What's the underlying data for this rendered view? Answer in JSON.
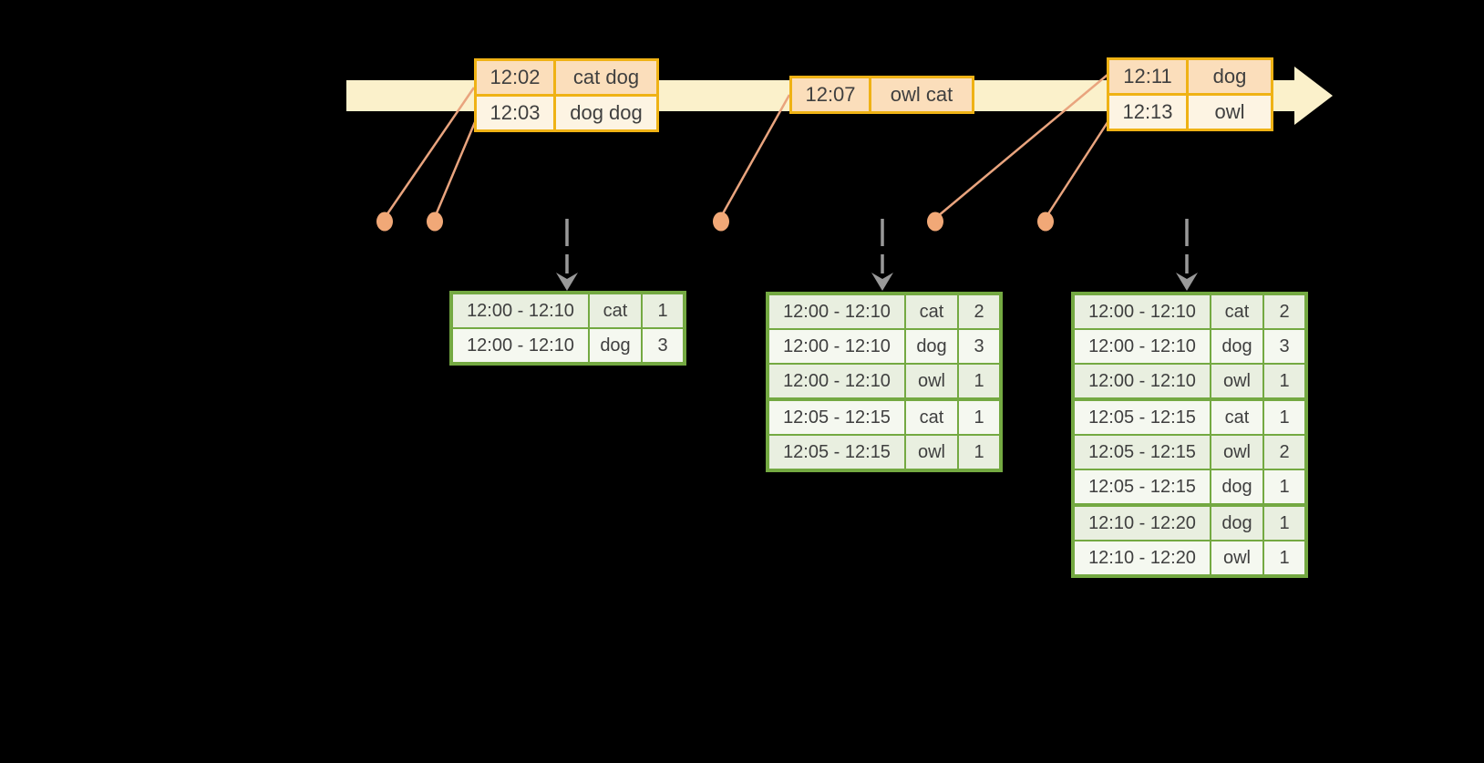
{
  "diagram": {
    "kind": "streaming windowed word-count timeline",
    "colors": {
      "background": "#000000",
      "timeline_band": "#FBF1CB",
      "event_border": "#EFB215",
      "event_row_dark": "#FBDEBB",
      "event_row_light": "#FDF4E3",
      "result_border": "#74A942",
      "result_row_dark": "#E9EFE0",
      "result_row_light": "#F5F8F0",
      "connector": "#E9A47E",
      "dot": "#F1A877",
      "dashed_arrow": "#999999",
      "text": "#3F3F3F"
    }
  },
  "timeline": {
    "event_tables": [
      {
        "rows": [
          {
            "time": "12:02",
            "words": "cat dog"
          },
          {
            "time": "12:03",
            "words": "dog dog"
          }
        ]
      },
      {
        "rows": [
          {
            "time": "12:07",
            "words": "owl cat"
          }
        ]
      },
      {
        "rows": [
          {
            "time": "12:11",
            "words": "dog"
          },
          {
            "time": "12:13",
            "words": "owl"
          }
        ]
      }
    ]
  },
  "result_tables": [
    {
      "rows": [
        {
          "window": "12:00 - 12:10",
          "word": "cat",
          "count": "1"
        },
        {
          "window": "12:00 - 12:10",
          "word": "dog",
          "count": "3"
        }
      ]
    },
    {
      "rows": [
        {
          "window": "12:00 - 12:10",
          "word": "cat",
          "count": "2"
        },
        {
          "window": "12:00 - 12:10",
          "word": "dog",
          "count": "3"
        },
        {
          "window": "12:00 - 12:10",
          "word": "owl",
          "count": "1"
        },
        {
          "window": "12:05 - 12:15",
          "word": "cat",
          "count": "1"
        },
        {
          "window": "12:05 - 12:15",
          "word": "owl",
          "count": "1"
        }
      ]
    },
    {
      "rows": [
        {
          "window": "12:00 - 12:10",
          "word": "cat",
          "count": "2"
        },
        {
          "window": "12:00 - 12:10",
          "word": "dog",
          "count": "3"
        },
        {
          "window": "12:00 - 12:10",
          "word": "owl",
          "count": "1"
        },
        {
          "window": "12:05 - 12:15",
          "word": "cat",
          "count": "1"
        },
        {
          "window": "12:05 - 12:15",
          "word": "owl",
          "count": "2"
        },
        {
          "window": "12:05 - 12:15",
          "word": "dog",
          "count": "1"
        },
        {
          "window": "12:10 - 12:20",
          "word": "dog",
          "count": "1"
        },
        {
          "window": "12:10 - 12:20",
          "word": "owl",
          "count": "1"
        }
      ]
    }
  ]
}
